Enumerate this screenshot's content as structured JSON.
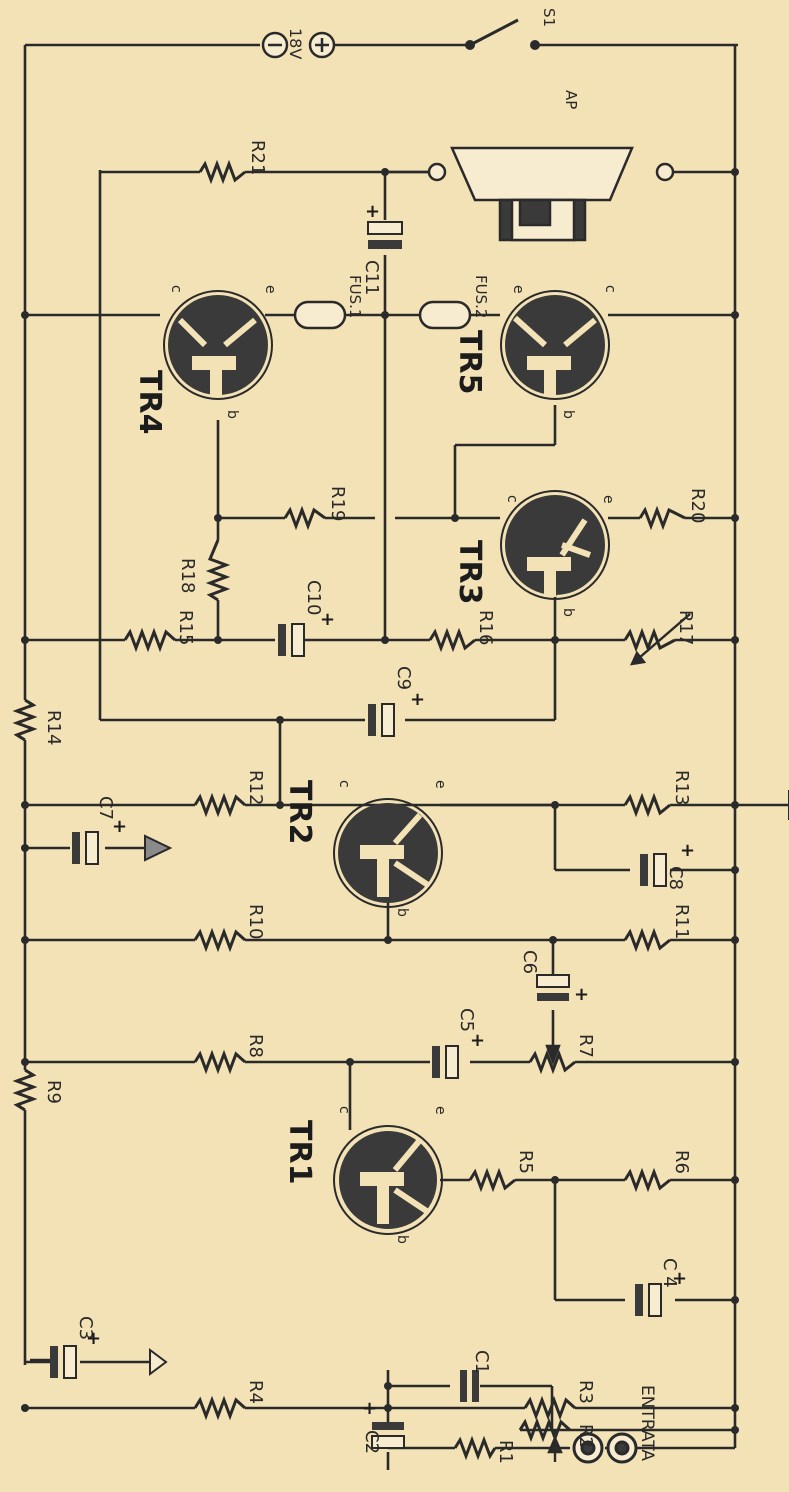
{
  "colors": {
    "paper": "#f3e2b6",
    "ink": "#2a2a2a",
    "transistor": "#3a3a3a"
  },
  "labels": {
    "r1": "R1",
    "r2": "R2",
    "r3": "R3",
    "r4": "R4",
    "r5": "R5",
    "r6": "R6",
    "r7": "R7",
    "r8": "R8",
    "r9": "R9",
    "r10": "R10",
    "r11": "R11",
    "r12": "R12",
    "r13": "R13",
    "r14": "R14",
    "r15": "R15",
    "r16": "R16",
    "r17": "R17",
    "r18": "R18",
    "r19": "R19",
    "r20": "R20",
    "r21": "R21",
    "c1": "C1",
    "c2": "C2",
    "c3": "C3",
    "c4": "C 4",
    "c5": "C5",
    "c6": "C6",
    "c7": "C7",
    "c8": "C8",
    "c9": "C9",
    "c10": "C10",
    "c11": "C11",
    "tr1": "TR1",
    "tr2": "TR2",
    "tr3": "TR3",
    "tr4": "TR4",
    "tr5": "TR5",
    "fus1": "FUS.1",
    "fus2": "FUS.2",
    "battery_voltage": "18V",
    "switch": "S1",
    "speaker": "AP",
    "input": "ENTRATA",
    "pin_b": "b",
    "pin_c": "c",
    "pin_e": "e",
    "plus": "+"
  }
}
